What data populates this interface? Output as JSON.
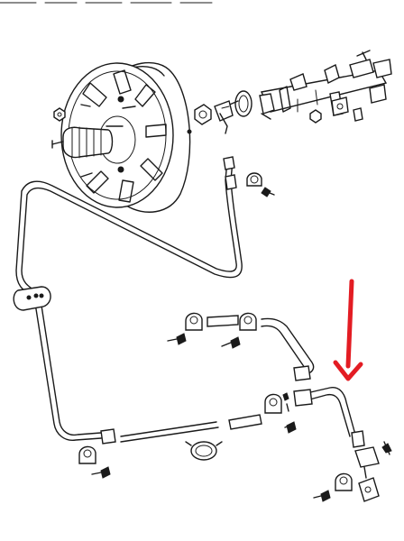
{
  "diagram": {
    "parts": [
      "brake-booster",
      "master-cylinder",
      "fluid-reservoir-connector",
      "brake-line-left",
      "brake-line-right",
      "line-clamp",
      "rubber-grommet",
      "mounting-screw",
      "hose-union",
      "highlight-arrow"
    ],
    "annotation": {
      "arrow_color": "#e31c23"
    },
    "colors": {
      "line": "#1a1a1a",
      "background": "#ffffff"
    }
  }
}
